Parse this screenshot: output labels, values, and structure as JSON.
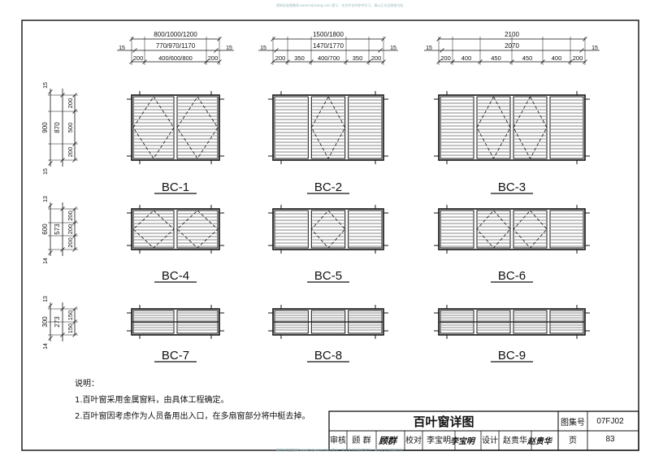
{
  "page": {
    "watermark_top": "建筑标准图集网 www.tujiwang.com   提示：本文件仅供参考学习，请以正式出版物为准",
    "watermark_bottom": "建筑标准图集网 www.tujiwang.com   提示：本文件仅供参考学习，请以正式出版物为准"
  },
  "columns": [
    {
      "overall": "800/1000/1200",
      "inner": "770/970/1170",
      "side": "15",
      "segments": [
        "200",
        "400/600/800",
        "200"
      ]
    },
    {
      "overall": "1500/1800",
      "inner": "1470/1770",
      "side": "15",
      "segments": [
        "200",
        "350",
        "400/700",
        "350",
        "200"
      ]
    },
    {
      "overall": "2100",
      "inner": "2070",
      "side": "15",
      "segments": [
        "200",
        "400",
        "450",
        "450",
        "400",
        "200"
      ]
    }
  ],
  "rows": [
    {
      "overall": "900",
      "inner": "870",
      "outer_top": "15",
      "outer_bottom": "15",
      "segments": [
        "200",
        "500",
        "200"
      ]
    },
    {
      "overall": "600",
      "inner": "573",
      "outer_top": "13",
      "outer_bottom": "14",
      "segments": [
        "200",
        "200",
        "200"
      ]
    },
    {
      "overall": "300",
      "inner": "273",
      "outer_top": "13",
      "outer_bottom": "14",
      "segments": [
        "150",
        "150"
      ]
    }
  ],
  "windows": [
    {
      "label": "BC-1"
    },
    {
      "label": "BC-2"
    },
    {
      "label": "BC-3"
    },
    {
      "label": "BC-4"
    },
    {
      "label": "BC-5"
    },
    {
      "label": "BC-6"
    },
    {
      "label": "BC-7"
    },
    {
      "label": "BC-8"
    },
    {
      "label": "BC-9"
    }
  ],
  "notes": {
    "heading": "说明：",
    "items": [
      "1.百叶窗采用金属窗料，由具体工程确定。",
      "2.百叶窗因考虑作为人员备用出入口，在多扇窗部分将中梃去掉。"
    ]
  },
  "title_block": {
    "title": "百叶窗详图",
    "atlas_label": "图集号",
    "atlas_no": "07FJ02",
    "review_label": "审核",
    "review_name": "顾 群",
    "review_sig": "顾群",
    "check_label": "校对",
    "check_name": "李宝明",
    "check_sig": "李宝明",
    "design_label": "设计",
    "design_name": "赵贵华",
    "design_sig": "赵贵华",
    "page_label": "页",
    "page_no": "83"
  }
}
